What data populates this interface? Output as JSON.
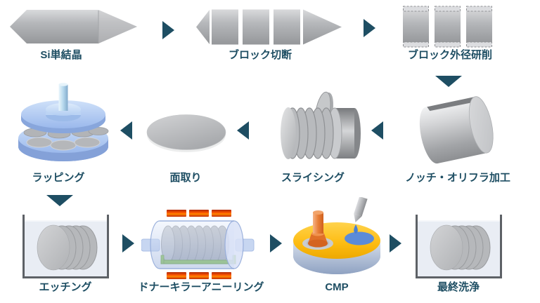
{
  "background": "#ffffff",
  "colors": {
    "accent": "#1E4E63",
    "ingot_gray": "#AAACAF",
    "machine_blue": "#A9C3EC",
    "heater_red": "#F03C00",
    "boat_green": "#8FCA4E",
    "platen_yellow": "#FFC010",
    "carrier_orange": "#E87F37",
    "wafer_blue": "#5C8BD8",
    "tank_liquid": "#E9EDF4"
  },
  "steps": [
    {
      "id": "si-single-crystal",
      "label": "Si単結晶",
      "icon": "silicon-ingot-icon"
    },
    {
      "id": "block-cutting",
      "label": "ブロック切断",
      "icon": "cut-blocks-icon"
    },
    {
      "id": "block-outer-grinding",
      "label": "ブロック外径研削",
      "icon": "ground-blocks-icon"
    },
    {
      "id": "notch-orientation-flat",
      "label": "ノッチ・オリフラ加工",
      "icon": "notched-cylinder-icon"
    },
    {
      "id": "slicing",
      "label": "スライシング",
      "icon": "sliced-ingot-icon"
    },
    {
      "id": "beveling",
      "label": "面取り",
      "icon": "bare-wafer-icon"
    },
    {
      "id": "lapping",
      "label": "ラッピング",
      "icon": "lapping-machine-icon"
    },
    {
      "id": "etching",
      "label": "エッチング",
      "icon": "etching-bath-icon"
    },
    {
      "id": "donor-killer-annealing",
      "label": "ドナーキラーアニーリング",
      "icon": "annealing-furnace-icon"
    },
    {
      "id": "cmp",
      "label": "CMP",
      "icon": "cmp-polisher-icon"
    },
    {
      "id": "final-cleaning",
      "label": "最終洗浄",
      "icon": "cleaning-bath-icon"
    }
  ],
  "connectors": [
    {
      "from": "si-single-crystal",
      "to": "block-cutting",
      "direction": "right"
    },
    {
      "from": "block-cutting",
      "to": "block-outer-grinding",
      "direction": "right"
    },
    {
      "from": "block-outer-grinding",
      "to": "notch-orientation-flat",
      "direction": "down"
    },
    {
      "from": "notch-orientation-flat",
      "to": "slicing",
      "direction": "left"
    },
    {
      "from": "slicing",
      "to": "beveling",
      "direction": "left"
    },
    {
      "from": "beveling",
      "to": "lapping",
      "direction": "left"
    },
    {
      "from": "lapping",
      "to": "etching",
      "direction": "down"
    },
    {
      "from": "etching",
      "to": "donor-killer-annealing",
      "direction": "right"
    },
    {
      "from": "donor-killer-annealing",
      "to": "cmp",
      "direction": "right"
    },
    {
      "from": "cmp",
      "to": "final-cleaning",
      "direction": "right"
    }
  ]
}
